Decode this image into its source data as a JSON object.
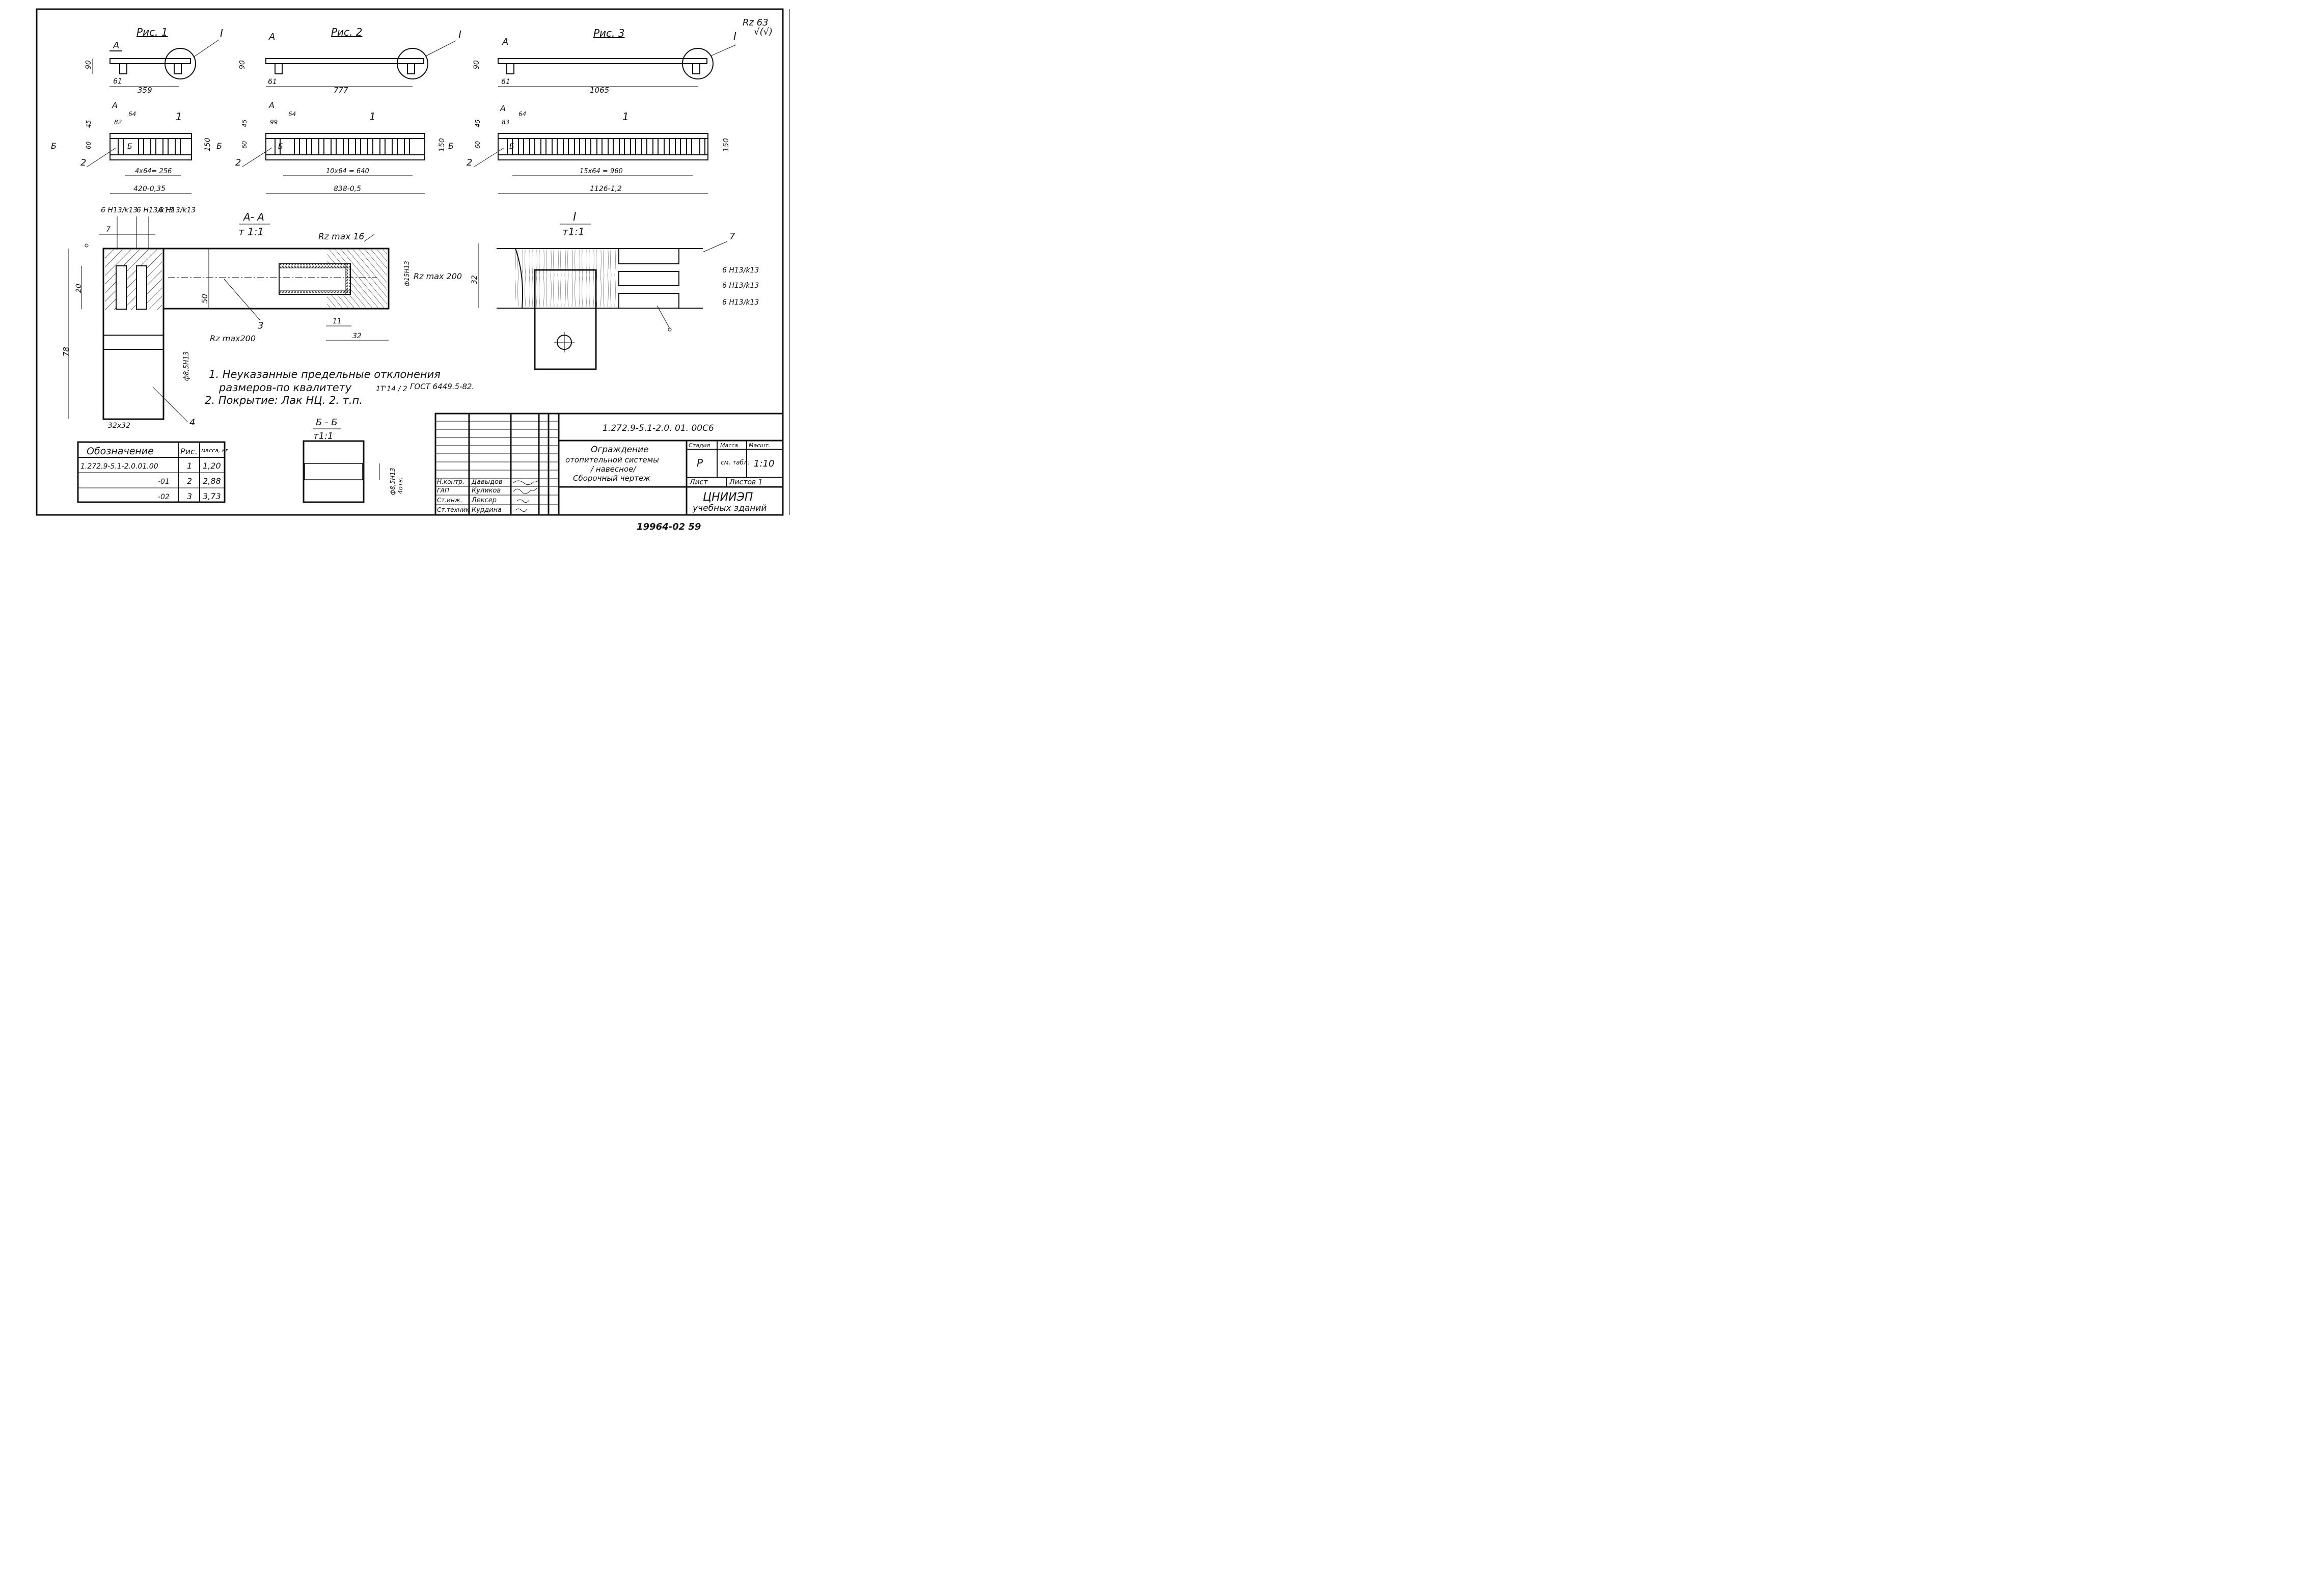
{
  "stamp_corner": {
    "roughness": "Rz 63",
    "roughness_sub": "√(√)"
  },
  "views": {
    "fig1": {
      "title": "Рис. 1",
      "section_mark": "А",
      "detail_mark": "I",
      "height": "90",
      "offset": "61",
      "length": "359",
      "plan_offset": "82",
      "pitch": "64",
      "top_gap": "45",
      "slot_h": "60",
      "part_num": "1",
      "side_mark": "Б",
      "pin_mark": "2",
      "inner_mark": "Б",
      "series_dim": "4x64= 256",
      "total_dim": "420-0,35",
      "width": "150"
    },
    "fig2": {
      "title": "Рис. 2",
      "section_mark": "А",
      "detail_mark": "I",
      "height": "90",
      "offset": "61",
      "length": "777",
      "plan_offset": "99",
      "pitch": "64",
      "top_gap": "45",
      "slot_h": "60",
      "part_num": "1",
      "side_mark": "Б",
      "pin_mark": "2",
      "inner_mark": "Б",
      "series_dim": "10x64 = 640",
      "total_dim": "838-0,5",
      "width": "150"
    },
    "fig3": {
      "title": "Рис. 3",
      "section_mark": "А",
      "detail_mark": "I",
      "height": "90",
      "offset": "61",
      "length": "1065",
      "plan_offset": "83",
      "pitch": "64",
      "top_gap": "45",
      "slot_h": "60",
      "part_num": "1",
      "side_mark": "Б",
      "pin_mark": "2",
      "inner_mark": "Б",
      "series_dim": "15x64 = 960",
      "total_dim": "1126-1,2",
      "width": "150"
    }
  },
  "section_aa": {
    "title": "А- А",
    "scale": "т 1:1",
    "fit1": "6 Н13/k13",
    "fit2": "6 Н13/k13",
    "fit3": "6 Н13/k13",
    "dim_7": "7",
    "dim_20": "20",
    "dim_78": "78",
    "dim_50": "50",
    "dim_11": "11",
    "dim_32": "32",
    "bore": "ф15Н13",
    "pin_bore": "ф8,5Н13",
    "square": "32x32",
    "rz16": "Rz max 16",
    "rz200a": "Rz max 200",
    "rz200b": "Rz max200",
    "callout_3": "3",
    "callout_4": "4"
  },
  "detail_i": {
    "title": "I",
    "scale": "т1:1",
    "dim_32": "32",
    "callout_7": "7",
    "fit1": "6 Н13/k13",
    "fit2": "6 Н13/k13",
    "fit3": "6 Н13/k13"
  },
  "section_bb": {
    "title": "Б - Б",
    "scale": "т1:1",
    "bore": "ф8,5Н13",
    "bore_note": "4отв."
  },
  "notes": [
    "1. Неуказанные предельные отклонения",
    "размеров-по квалитету",
    "1Т'14 / 2",
    "ГОСТ 6449.5-82.",
    "2. Покрытие: Лак НЦ. 2. т.п."
  ],
  "spec_table": {
    "headers": [
      "Обозначение",
      "Рис.",
      "масса, кг"
    ],
    "rows": [
      [
        "1.272.9-5.1-2.0.01.00",
        "1",
        "1,20"
      ],
      [
        "-01",
        "2",
        "2,88"
      ],
      [
        "-02",
        "3",
        "3,73"
      ]
    ]
  },
  "title_block": {
    "doc_code": "1.272.9-5.1-2.0. 01. 00С6",
    "name_lines": [
      "Ограждение",
      "отопительной системы",
      "/ навесное/",
      "Сборочный чертеж"
    ],
    "stage_label": "Стадия",
    "mass_label": "Масса",
    "scale_label": "Масшт.",
    "stage": "Р",
    "mass": "см. табл.",
    "scale": "1:10",
    "sheet_label": "Лист",
    "sheets_label": "Листов 1",
    "org_line1": "ЦНИИЭП",
    "org_line2": "учебных зданий",
    "roles": [
      {
        "role": "Н.контр.",
        "name": "Давыдов"
      },
      {
        "role": "ГАП",
        "name": "Куликов"
      },
      {
        "role": "Ст.инж.",
        "name": "Лексер"
      },
      {
        "role": "Ст.техник",
        "name": "Курдина"
      }
    ]
  },
  "archive_number": "19964-02  59"
}
